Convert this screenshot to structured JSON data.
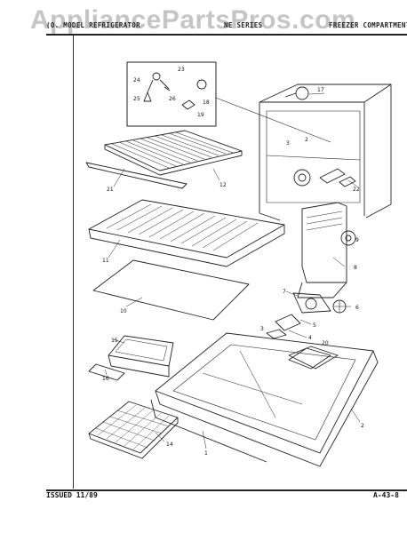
{
  "watermark": "AppliancePartsPros.com",
  "header": {
    "left": "(O.  MODEL  REFRIGERATOR",
    "middle": "NE  SERIES",
    "right": "FREEZER  COMPARTMENT"
  },
  "footer": {
    "issued": "ISSUED 11/89",
    "page": "A-43-8"
  },
  "callouts": {
    "c1": "1",
    "c2": "2",
    "c3": "3",
    "c4": "4",
    "c5": "5",
    "c6": "6",
    "c7": "7",
    "c8": "8",
    "c9": "9",
    "c10": "10",
    "c11": "11",
    "c12": "12",
    "c14": "14",
    "c15": "15",
    "c16": "16",
    "c17": "17",
    "c18": "18",
    "c19": "19",
    "c20": "20",
    "c21": "21",
    "c22": "22",
    "c23": "23",
    "c24": "24",
    "c25": "25",
    "c26": "26",
    "c3b": "3",
    "c2b": "2"
  }
}
